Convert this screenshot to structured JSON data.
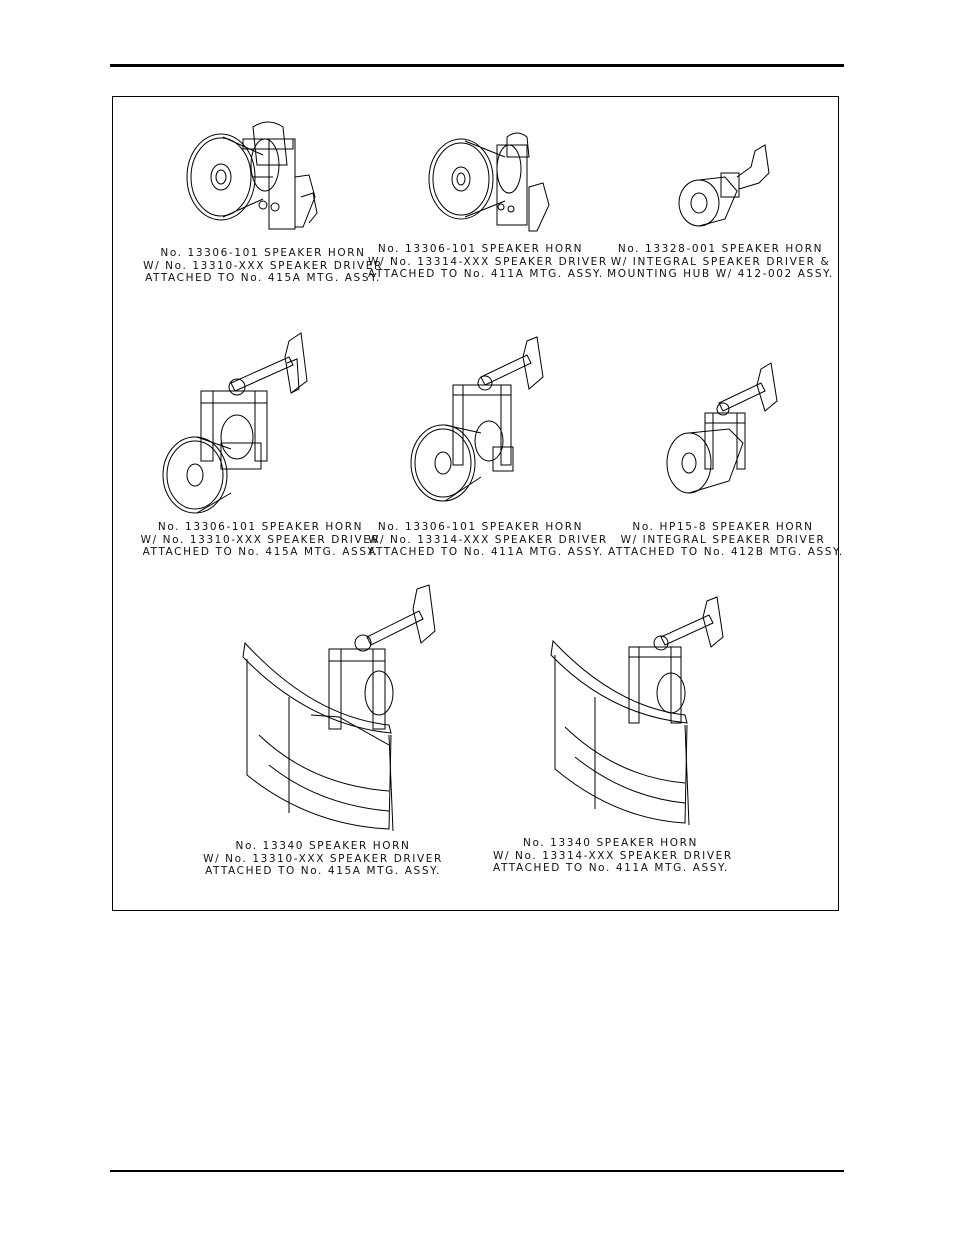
{
  "figures": [
    {
      "lines": [
        "No. 13306-101 SPEAKER HORN",
        "W/ No. 13310-XXX SPEAKER DRIVER",
        "ATTACHED TO No. 415A MTG. ASSY."
      ]
    },
    {
      "lines": [
        "No. 13306-101 SPEAKER HORN",
        "W/ No. 13314-XXX SPEAKER DRIVER",
        "ATTACHED TO No. 411A MTG. ASSY."
      ]
    },
    {
      "lines": [
        "No. 13328-001 SPEAKER HORN",
        "W/ INTEGRAL SPEAKER DRIVER &",
        "MOUNTING HUB W/ 412-002 ASSY."
      ]
    },
    {
      "lines": [
        "No. 13306-101 SPEAKER HORN",
        "W/ No. 13310-XXX SPEAKER DRIVER",
        "ATTACHED TO No. 415A MTG. ASSY."
      ]
    },
    {
      "lines": [
        "No. 13306-101 SPEAKER HORN",
        "W/ No. 13314-XXX SPEAKER DRIVER",
        "ATTACHED TO No. 411A MTG. ASSY."
      ]
    },
    {
      "lines": [
        "No. HP15-8 SPEAKER HORN",
        "W/ INTEGRAL SPEAKER DRIVER",
        "ATTACHED TO No. 412B MTG. ASSY."
      ]
    },
    {
      "lines": [
        "No. 13340 SPEAKER HORN",
        "W/ No. 13310-XXX SPEAKER DRIVER",
        "ATTACHED TO No. 415A MTG. ASSY."
      ]
    },
    {
      "lines": [
        "No. 13340 SPEAKER HORN",
        "W/ No. 13314-XXX SPEAKER DRIVER",
        "ATTACHED TO No. 411A MTG. ASSY."
      ]
    }
  ]
}
